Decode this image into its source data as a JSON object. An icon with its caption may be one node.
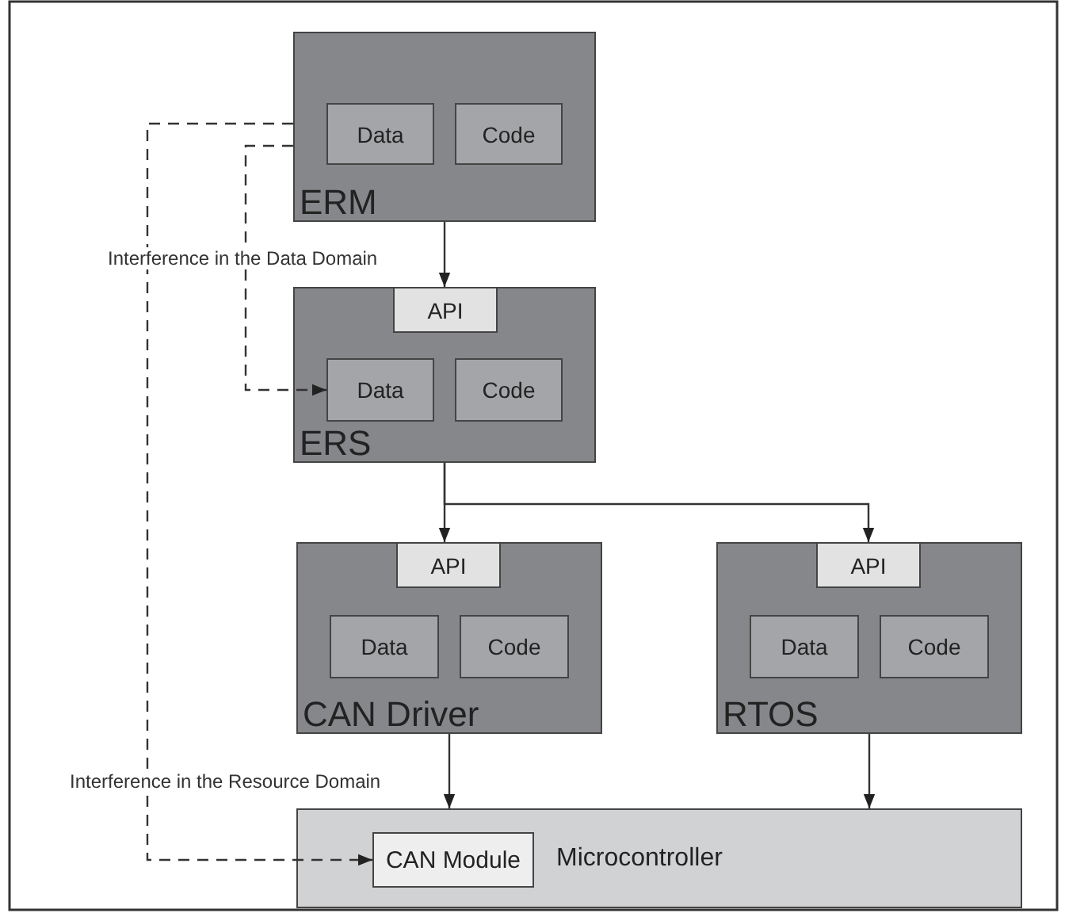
{
  "diagram": {
    "nodes": [
      {
        "text": [
          "ERM"
        ]
      },
      {
        "text": [
          "Data"
        ],
        "in": 0
      },
      {
        "text": [
          "Code"
        ],
        "in": 0
      },
      {
        "text": [
          "ERS"
        ]
      },
      {
        "text": [
          "API"
        ],
        "in": 3
      },
      {
        "text": [
          "Data"
        ],
        "in": 3
      },
      {
        "text": [
          "Code"
        ],
        "in": 3
      },
      {
        "text": [
          "CAN Driver"
        ]
      },
      {
        "text": [
          "API"
        ],
        "in": 7
      },
      {
        "text": [
          "Data"
        ],
        "in": 7
      },
      {
        "text": [
          "Code"
        ],
        "in": 7
      },
      {
        "text": [
          "RTOS"
        ]
      },
      {
        "text": [
          "API"
        ],
        "in": 11
      },
      {
        "text": [
          "Data"
        ],
        "in": 11
      },
      {
        "text": [
          "Code"
        ],
        "in": 11
      },
      {
        "text": [
          "Microcontroller"
        ]
      },
      {
        "text": [
          "CAN Module"
        ],
        "in": 15
      }
    ],
    "edges": [
      {
        "from": 0,
        "to": 4,
        "arrow": "to"
      },
      {
        "from": 3,
        "to": 8,
        "arrow": "to"
      },
      {
        "from": 3,
        "to": 12,
        "arrow": "to"
      },
      {
        "from": 7,
        "to": 15,
        "arrow": "to"
      },
      {
        "from": 11,
        "to": 15,
        "arrow": "to"
      },
      {
        "from": 0,
        "to": 5,
        "arrow": "to",
        "style": "dashed",
        "label": "Interference in the Data Domain"
      },
      {
        "from": 0,
        "to": 16,
        "arrow": "to",
        "style": "dashed",
        "label": "Interference in the Resource Domain"
      }
    ]
  }
}
